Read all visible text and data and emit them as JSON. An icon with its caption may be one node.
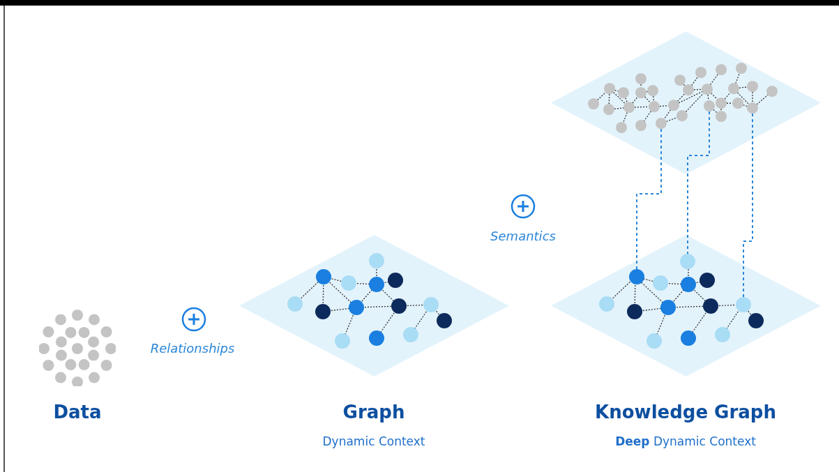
{
  "diagram": {
    "nodes": [
      {
        "text": [],
        "shape": "diamond"
      },
      {
        "text": [],
        "shape": "diamond"
      },
      {
        "text": [],
        "shape": "circle",
        "in": 0
      },
      {
        "text": [],
        "shape": "circle",
        "in": 0
      },
      {
        "text": [],
        "shape": "circle",
        "in": 0
      },
      {
        "text": [],
        "shape": "circle",
        "in": 1
      },
      {
        "text": [],
        "shape": "circle",
        "in": 1
      },
      {
        "text": [],
        "shape": "circle",
        "in": 1
      }
    ],
    "edges": [
      {
        "from": 2,
        "to": 5,
        "arrow": "none",
        "style": "dashed"
      },
      {
        "from": 3,
        "to": 6,
        "arrow": "none",
        "style": "dashed"
      },
      {
        "from": 4,
        "to": 7,
        "arrow": "none",
        "style": "dashed"
      }
    ],
    "labels": [
      "Semantics",
      "Relationships",
      "Data",
      "Graph",
      "Dynamic Context",
      "Knowledge Graph",
      "**Deep** Dynamic Context"
    ]
  }
}
